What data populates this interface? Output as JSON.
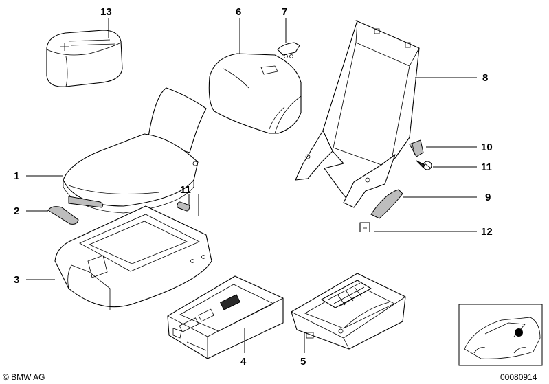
{
  "callouts": [
    {
      "id": "1",
      "label": "1"
    },
    {
      "id": "2",
      "label": "2"
    },
    {
      "id": "3",
      "label": "3"
    },
    {
      "id": "4",
      "label": "4"
    },
    {
      "id": "5",
      "label": "5"
    },
    {
      "id": "6",
      "label": "6"
    },
    {
      "id": "7",
      "label": "7"
    },
    {
      "id": "8",
      "label": "8"
    },
    {
      "id": "9",
      "label": "9"
    },
    {
      "id": "10",
      "label": "10"
    },
    {
      "id": "11a",
      "label": "11"
    },
    {
      "id": "11b",
      "label": "11"
    },
    {
      "id": "12",
      "label": "12"
    },
    {
      "id": "13",
      "label": "13"
    }
  ],
  "footer": {
    "copyright": "© BMW AG",
    "diagram_number": "00080914"
  },
  "colors": {
    "line": "#000000",
    "background": "#ffffff",
    "shade": "#bdbdbd"
  }
}
